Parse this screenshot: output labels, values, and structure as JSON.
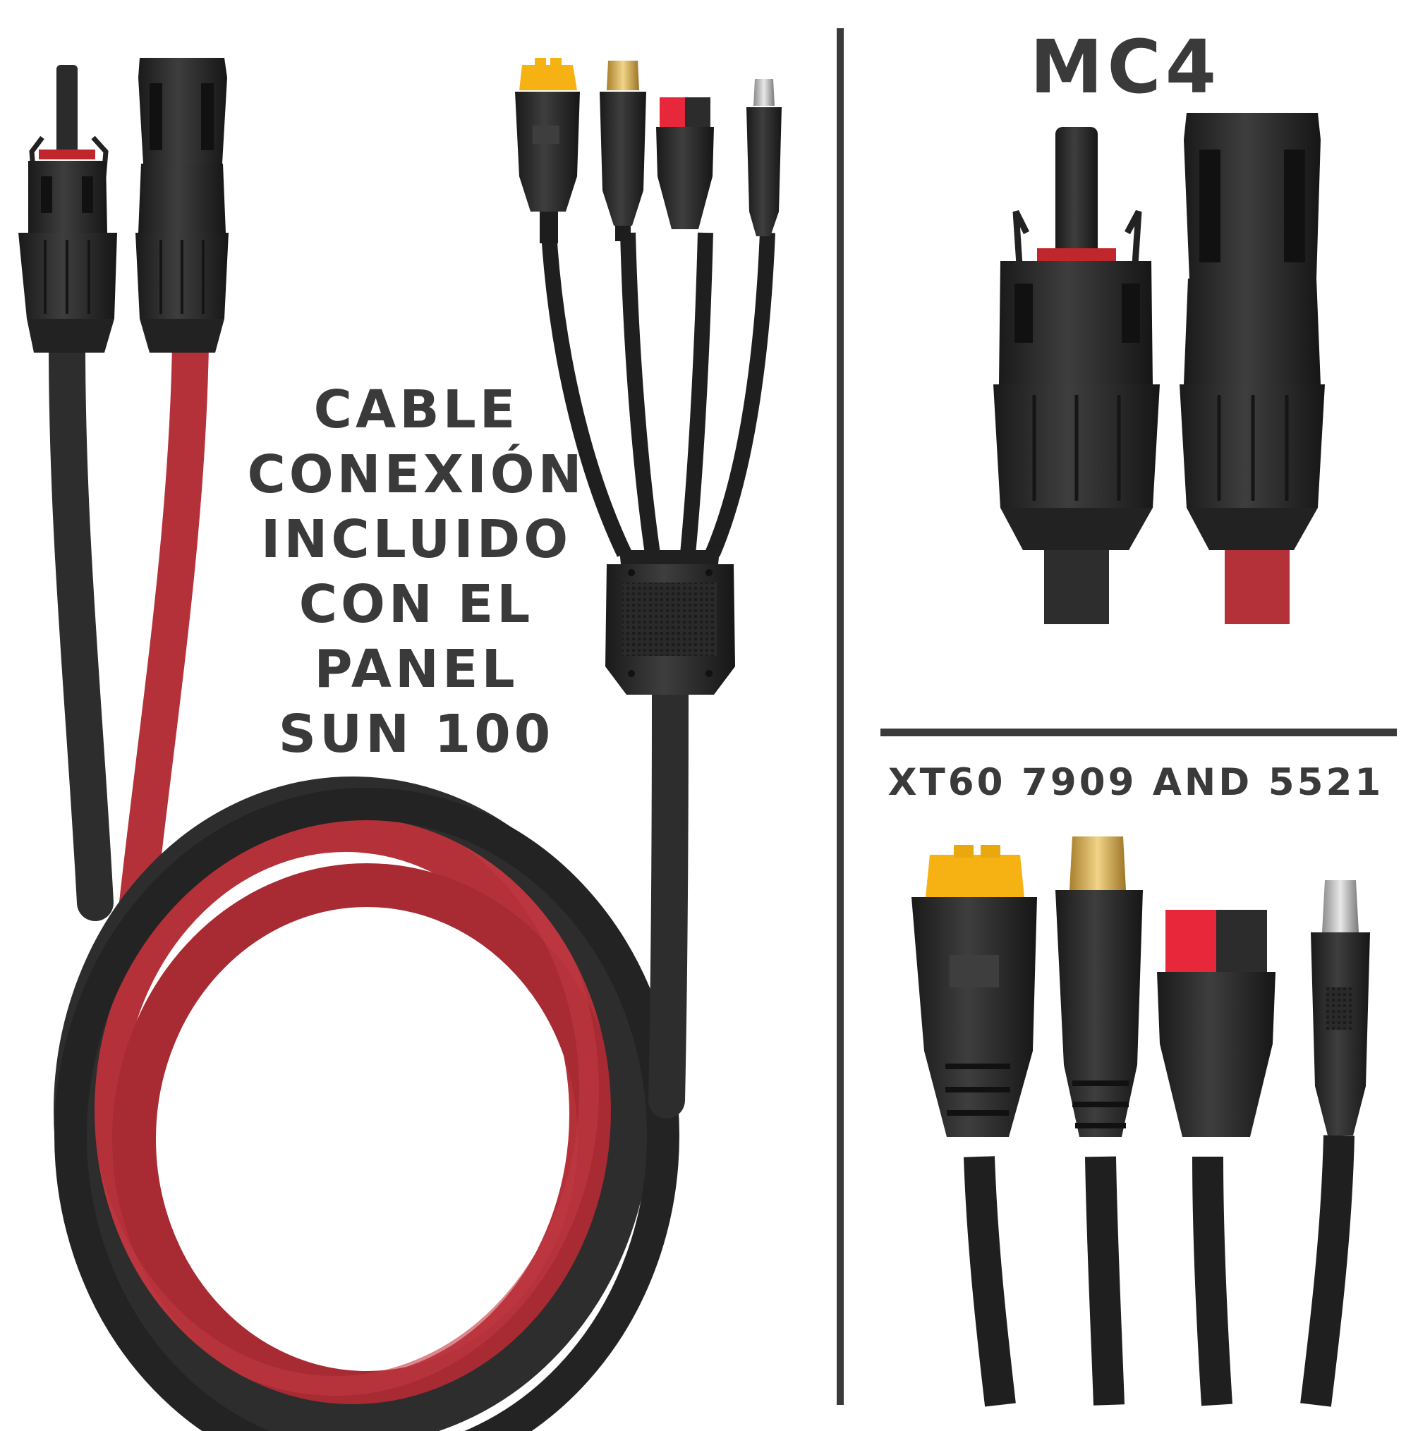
{
  "main_caption": {
    "lines": [
      "CABLE",
      "CONEXIÓN",
      "INCLUIDO",
      "CON EL",
      "PANEL",
      "SUN 100"
    ]
  },
  "mc4_panel": {
    "title": "MC4"
  },
  "connectors_panel": {
    "title": "XT60 7909 AND 5521"
  },
  "colors": {
    "background": "#ffffff",
    "cable_black": "#2d2d2d",
    "cable_red": "#b5313a",
    "connector_body": "#262626",
    "xt60_yellow": "#f5b212",
    "tip_gold": "#dcb24a",
    "anderson_red": "#e8283a",
    "divider": "#3a3a3a",
    "text": "#3a3a3a"
  },
  "icons": [
    "mc4-male-connector-icon",
    "mc4-female-connector-icon",
    "xt60-connector-icon",
    "dc-7909-plug-icon",
    "anderson-connector-icon",
    "dc-5521-plug-icon",
    "y-splitter-icon",
    "cable-coil-icon"
  ]
}
